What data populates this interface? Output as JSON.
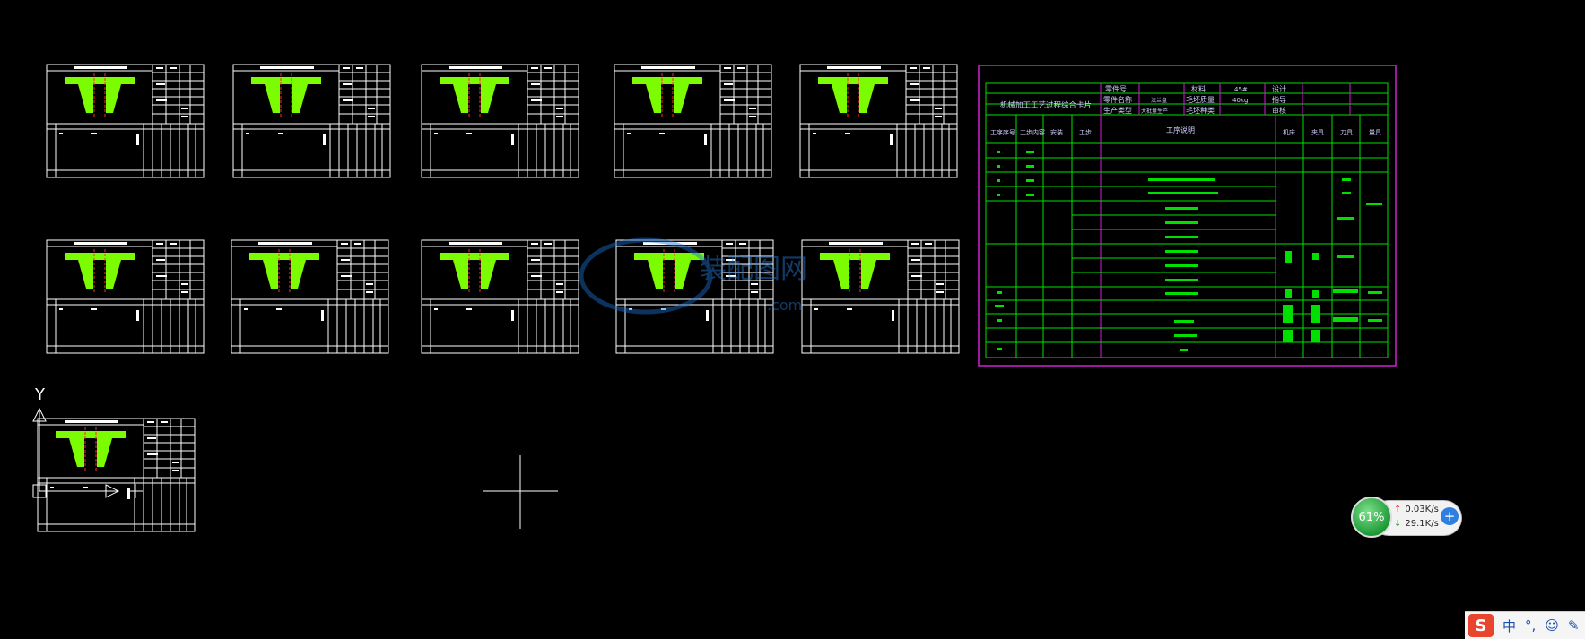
{
  "sheets_small": [
    {
      "id": "sheet-1"
    },
    {
      "id": "sheet-2"
    },
    {
      "id": "sheet-3"
    },
    {
      "id": "sheet-4"
    },
    {
      "id": "sheet-5"
    },
    {
      "id": "sheet-6"
    },
    {
      "id": "sheet-7"
    },
    {
      "id": "sheet-8"
    },
    {
      "id": "sheet-9"
    },
    {
      "id": "sheet-10"
    },
    {
      "id": "sheet-11"
    }
  ],
  "process_card": {
    "title": "机械加工工艺过程综合卡片",
    "header": {
      "part_no_label": "零件号",
      "material_label": "材料",
      "material_value": "45#",
      "design_label": "设计",
      "part_name_label": "零件名称",
      "part_name_value": "法兰盘",
      "blank_weight_label": "毛坯质量",
      "blank_weight_value": "40kg",
      "guide_label": "指导",
      "production_type_label": "生产类型",
      "production_type_value": "大批量生产",
      "blank_type_label": "毛坯种类",
      "review_label": "审核"
    },
    "columns": [
      "工序序号",
      "工步内容",
      "安装",
      "工步",
      "工序说明",
      "机床",
      "夹具",
      "刀具",
      "量具"
    ]
  },
  "watermark": {
    "text": "装配图网",
    "domain": ".com"
  },
  "axis": {
    "y_label": "Y"
  },
  "net_widget": {
    "percent": "61%",
    "up": "0.03K/s",
    "down": "29.1K/s",
    "up_arrow": "↑",
    "down_arrow": "↓",
    "boost": "+"
  },
  "ime": {
    "logo": "S",
    "lang": "中",
    "punct": "°,",
    "emoji": "☺",
    "pen": "✎"
  },
  "colors": {
    "background": "#000000",
    "line": "#ffffff",
    "fill": "#7cfc00",
    "accent_line": "#ff2a2a",
    "card_border": "#d020d0",
    "card_grid": "#00e000"
  }
}
